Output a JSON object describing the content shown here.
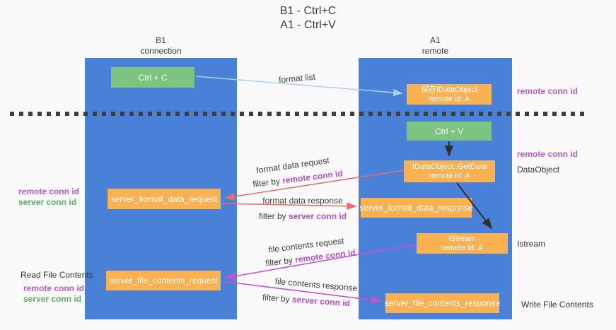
{
  "title": {
    "line1": "B1 - Ctrl+C",
    "line2": "A1 - Ctrl+V"
  },
  "lanes": {
    "left": {
      "name": "B1",
      "role": "connection"
    },
    "right": {
      "name": "A1",
      "role": "remote"
    }
  },
  "nodes": {
    "ctrl_c": {
      "label": "Ctrl + C"
    },
    "save_idataobject": {
      "line1": "保存IDataObject",
      "line2": "remote id: A"
    },
    "ctrl_v": {
      "label": "Ctrl + V"
    },
    "getdata": {
      "line1": "IDataObject::GetData",
      "line2": "remote id: A"
    },
    "format_request": {
      "label": "server_format_data_request"
    },
    "format_response": {
      "label": "server_format_data_response"
    },
    "istream": {
      "line1": "IStream",
      "line2": "remote id: A"
    },
    "file_request": {
      "label": "server_file_contents_request"
    },
    "file_response": {
      "label": "server_file_contents_response"
    }
  },
  "edges": {
    "format_list": {
      "label": "format list"
    },
    "format_data_request": {
      "label": "format data request",
      "filter_prefix": "filter by ",
      "filter_key": "remote conn id"
    },
    "format_data_response": {
      "label": "format data response",
      "filter_prefix": "filter by ",
      "filter_key": "server conn id"
    },
    "file_contents_request": {
      "label": "file contents request",
      "filter_prefix": "filter by ",
      "filter_key": "remote conn id"
    },
    "file_contents_response": {
      "label": "file contents response",
      "filter_prefix": "filter by ",
      "filter_key": "server conn id"
    }
  },
  "annotations": {
    "right_top_remote_conn": "remote conn id",
    "right_mid_remote_conn": "remote conn id",
    "dataobject": "DataObject",
    "istream": "Istream",
    "write_file_contents": "Write File Contents",
    "read_file_contents": "Read File Contents",
    "left_mid": {
      "remote": "remote conn id",
      "server": "server conn id"
    },
    "left_bottom": {
      "remote": "remote conn id",
      "server": "server conn id"
    }
  },
  "colors": {
    "lane_blue": "#4a81d8",
    "node_green": "#7cc47f",
    "node_orange": "#f9b152",
    "remote_conn_purple": "#b75bd1",
    "server_conn_green": "#59b363",
    "filter_key_purple": "#b44fd0",
    "arrow_blue": "#a9d2ee",
    "arrow_red": "#e0716e",
    "arrow_magenta": "#ca52ca",
    "arrow_black": "#2f2f2f"
  }
}
